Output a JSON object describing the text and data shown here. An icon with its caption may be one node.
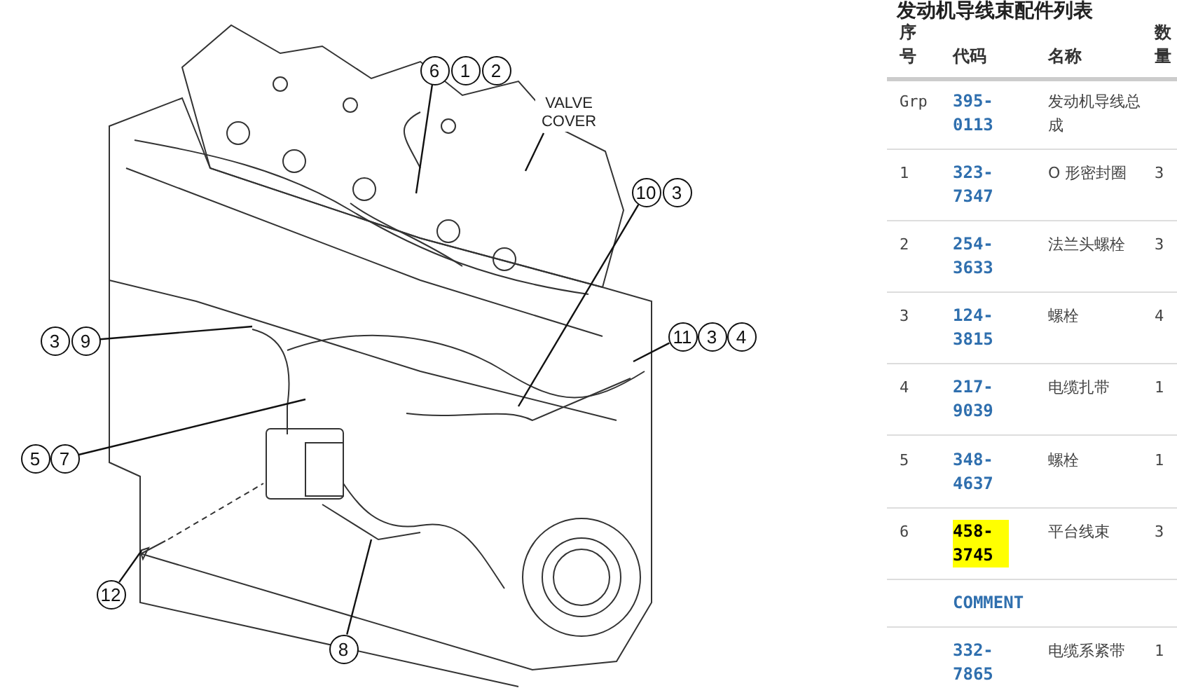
{
  "diagram": {
    "title": "发动机导线束配件列表",
    "nodes": [
      {
        "text": [
          "6"
        ]
      },
      {
        "text": [
          "1"
        ]
      },
      {
        "text": [
          "2"
        ]
      },
      {
        "text": [
          "VALVE COVER"
        ]
      },
      {
        "text": [
          "10"
        ]
      },
      {
        "text": [
          "3"
        ]
      },
      {
        "text": [
          "3"
        ]
      },
      {
        "text": [
          "9"
        ]
      },
      {
        "text": [
          "11"
        ]
      },
      {
        "text": [
          "3"
        ]
      },
      {
        "text": [
          "4"
        ]
      },
      {
        "text": [
          "5"
        ]
      },
      {
        "text": [
          "7"
        ]
      },
      {
        "text": [
          "12"
        ]
      },
      {
        "text": [
          "8"
        ]
      }
    ],
    "edges": [
      {
        "from": 0,
        "to": null,
        "arrow": "none"
      },
      {
        "from": 3,
        "to": null,
        "arrow": "none"
      },
      {
        "from": 4,
        "to": null,
        "arrow": "none"
      },
      {
        "from": 7,
        "to": null,
        "arrow": "none"
      },
      {
        "from": 8,
        "to": null,
        "arrow": "none"
      },
      {
        "from": 12,
        "to": null,
        "arrow": "none"
      },
      {
        "from": 13,
        "to": null,
        "arrow": "none"
      },
      {
        "from": 14,
        "to": null,
        "arrow": "none"
      }
    ],
    "labels": [
      "序号",
      "代码",
      "名称",
      "数量",
      "Grp",
      "395-0113",
      "发动机导线总成",
      "1",
      "323-7347",
      "O 形密封圈",
      "3",
      "2",
      "254-3633",
      "法兰头螺栓",
      "3",
      "3",
      "124-3815",
      "螺栓",
      "4",
      "4",
      "217-9039",
      "电缆扎带",
      "1",
      "5",
      "348-4637",
      "螺栓",
      "1",
      "6",
      "458-3745",
      "平台线束",
      "3",
      "COMMENT",
      "332-7865",
      "电缆系紧带",
      "1"
    ]
  }
}
